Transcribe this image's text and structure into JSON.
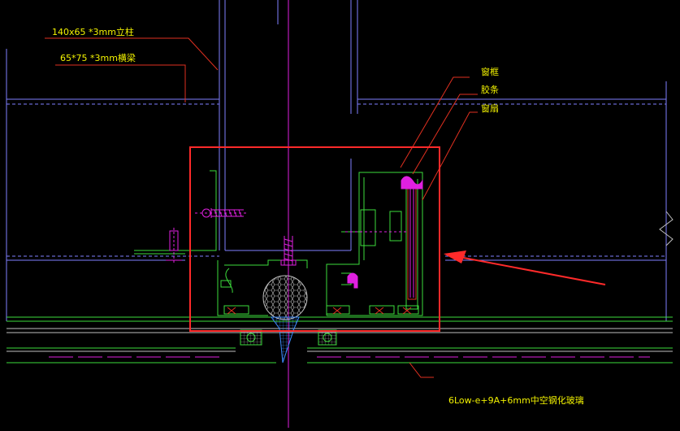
{
  "drawing": {
    "annotations": {
      "mullion_spec": "140x65 *3mm立柱",
      "transom_spec": "65*75 *3mm横梁",
      "window_frame": "窗框",
      "gasket": "胶条",
      "window_sash": "窗扇",
      "glass_spec": "6Low-e+9A+6mm中空钢化玻璃"
    },
    "colors": {
      "background": "#000000",
      "frame": "#3cdc3c",
      "structure": "#7f7fff",
      "leader": "#e03020",
      "magenta": "#e020e0",
      "text": "#f2f200",
      "highlight": "#ff2a2a"
    }
  }
}
